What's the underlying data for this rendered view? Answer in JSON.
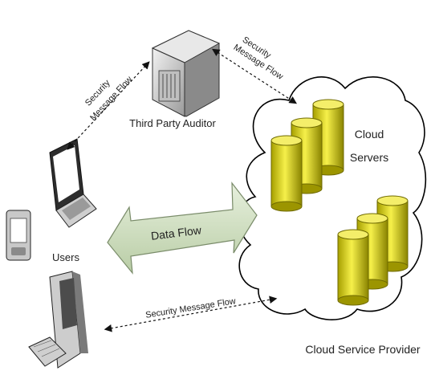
{
  "nodes": {
    "auditor": {
      "label": "Third Party Auditor",
      "icon": "server-icon"
    },
    "users": {
      "label": "Users",
      "icons": [
        "laptop-icon",
        "pda-icon",
        "desktop-computer-icon"
      ]
    },
    "cloud": {
      "servers_label_line1": "Cloud",
      "servers_label_line2": "Servers",
      "provider_label": "Cloud Service Provider",
      "icon": "database-icon"
    }
  },
  "flows": {
    "user_auditor": {
      "line1": "Security",
      "line2": "Message Flow"
    },
    "auditor_cloud": {
      "line1": "Security",
      "line2": "Message Flow"
    },
    "data": {
      "label": "Data Flow"
    },
    "user_cloud": {
      "label": "Security Message Flow"
    }
  },
  "colors": {
    "cylinder": "#e8e000",
    "cylinder_dark": "#a69f00",
    "data_arrow": "#cfe0c0",
    "cloud_stroke": "#000000"
  }
}
